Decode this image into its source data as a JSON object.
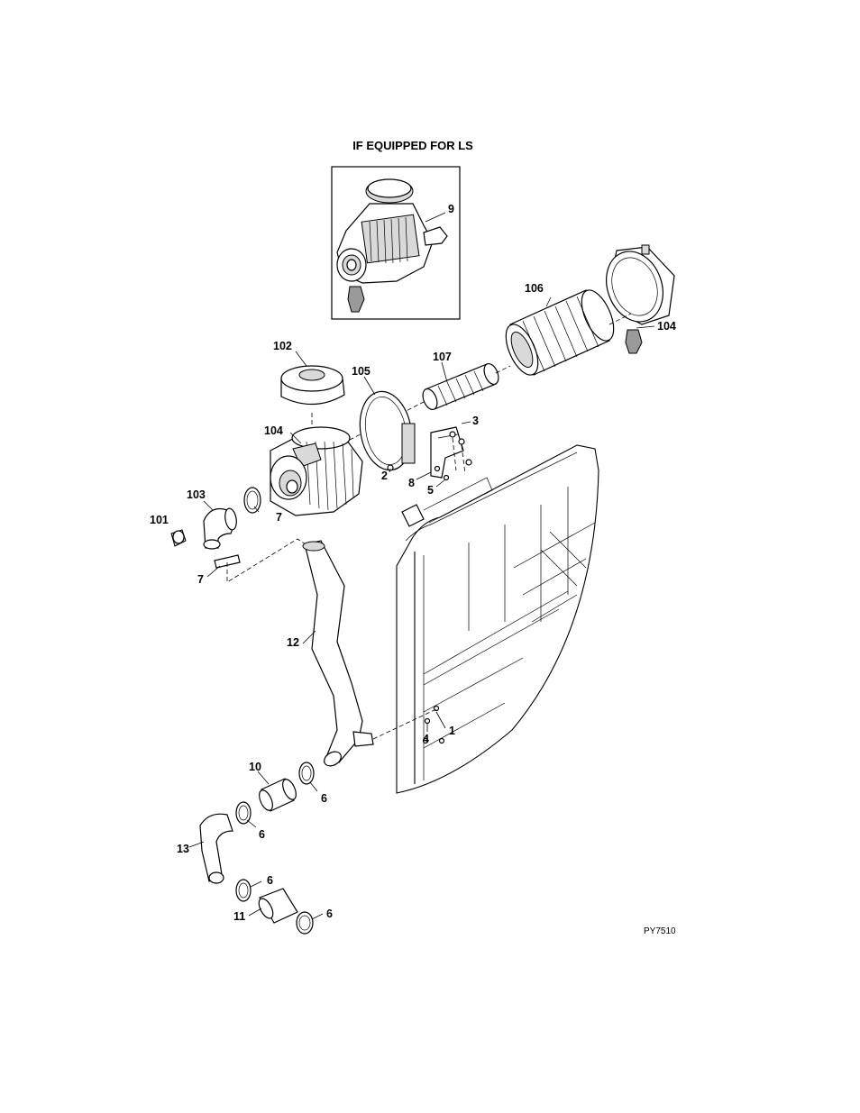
{
  "diagram": {
    "heading": "IF EQUIPPED FOR LS",
    "reference_code": "PY7510",
    "callouts": [
      {
        "id": "c9",
        "label": "9"
      },
      {
        "id": "c106",
        "label": "106"
      },
      {
        "id": "c104a",
        "label": "104"
      },
      {
        "id": "c102",
        "label": "102"
      },
      {
        "id": "c107",
        "label": "107"
      },
      {
        "id": "c105",
        "label": "105"
      },
      {
        "id": "c3",
        "label": "3"
      },
      {
        "id": "c104b",
        "label": "104"
      },
      {
        "id": "c2",
        "label": "2"
      },
      {
        "id": "c8",
        "label": "8"
      },
      {
        "id": "c5",
        "label": "5"
      },
      {
        "id": "c103",
        "label": "103"
      },
      {
        "id": "c7a",
        "label": "7"
      },
      {
        "id": "c101",
        "label": "101"
      },
      {
        "id": "c7b",
        "label": "7"
      },
      {
        "id": "c12",
        "label": "12"
      },
      {
        "id": "c1",
        "label": "1"
      },
      {
        "id": "c4",
        "label": "4"
      },
      {
        "id": "c10",
        "label": "10"
      },
      {
        "id": "c6a",
        "label": "6"
      },
      {
        "id": "c6b",
        "label": "6"
      },
      {
        "id": "c13",
        "label": "13"
      },
      {
        "id": "c6c",
        "label": "6"
      },
      {
        "id": "c11",
        "label": "11"
      },
      {
        "id": "c6d",
        "label": "6"
      }
    ]
  }
}
